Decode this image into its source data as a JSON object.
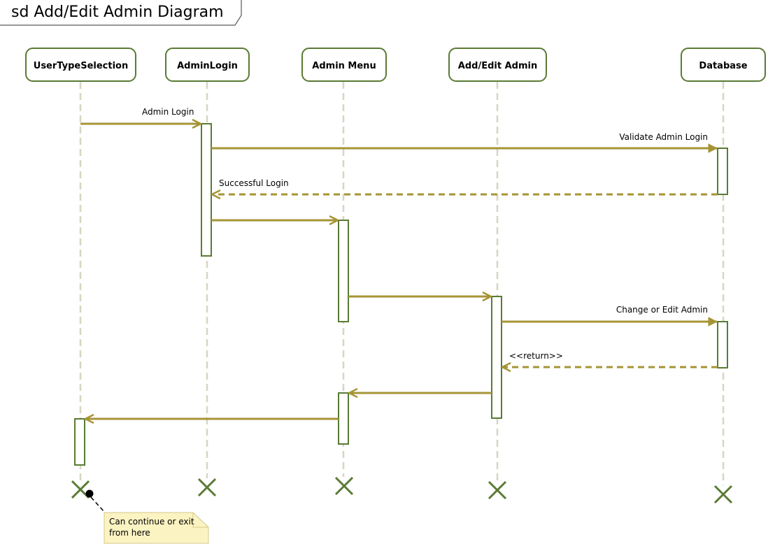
{
  "diagram": {
    "frame_title": "sd Add/Edit Admin Diagram",
    "lifelines": [
      {
        "id": "user",
        "name": "UserTypeSelection"
      },
      {
        "id": "login",
        "name": "AdminLogin"
      },
      {
        "id": "menu",
        "name": "Admin Menu"
      },
      {
        "id": "edit",
        "name": "Add/Edit Admin"
      },
      {
        "id": "db",
        "name": "Database"
      }
    ],
    "messages": [
      {
        "label": "Admin Login",
        "from": "user",
        "to": "login",
        "kind": "call"
      },
      {
        "label": "Validate Admin Login",
        "from": "login",
        "to": "db",
        "kind": "call"
      },
      {
        "label": "Successful Login",
        "from": "db",
        "to": "login",
        "kind": "return"
      },
      {
        "label": "",
        "from": "login",
        "to": "menu",
        "kind": "call"
      },
      {
        "label": "",
        "from": "menu",
        "to": "edit",
        "kind": "call"
      },
      {
        "label": "Change or Edit Admin",
        "from": "edit",
        "to": "db",
        "kind": "call"
      },
      {
        "label": "<<return>>",
        "from": "db",
        "to": "edit",
        "kind": "return"
      },
      {
        "label": "",
        "from": "edit",
        "to": "menu",
        "kind": "call"
      },
      {
        "label": "",
        "from": "menu",
        "to": "user",
        "kind": "call"
      }
    ],
    "note": {
      "lines": [
        "Can continue or exit",
        "from here"
      ]
    },
    "colors": {
      "message": "#a69435",
      "lifeline_border": "#5a7a35",
      "activation_border": "#5a7a35",
      "lifeline_dash": "#d6d6c2",
      "destroy": "#5a7a35",
      "note_fill": "#fbf3c2",
      "note_border": "#d4c98a"
    }
  }
}
